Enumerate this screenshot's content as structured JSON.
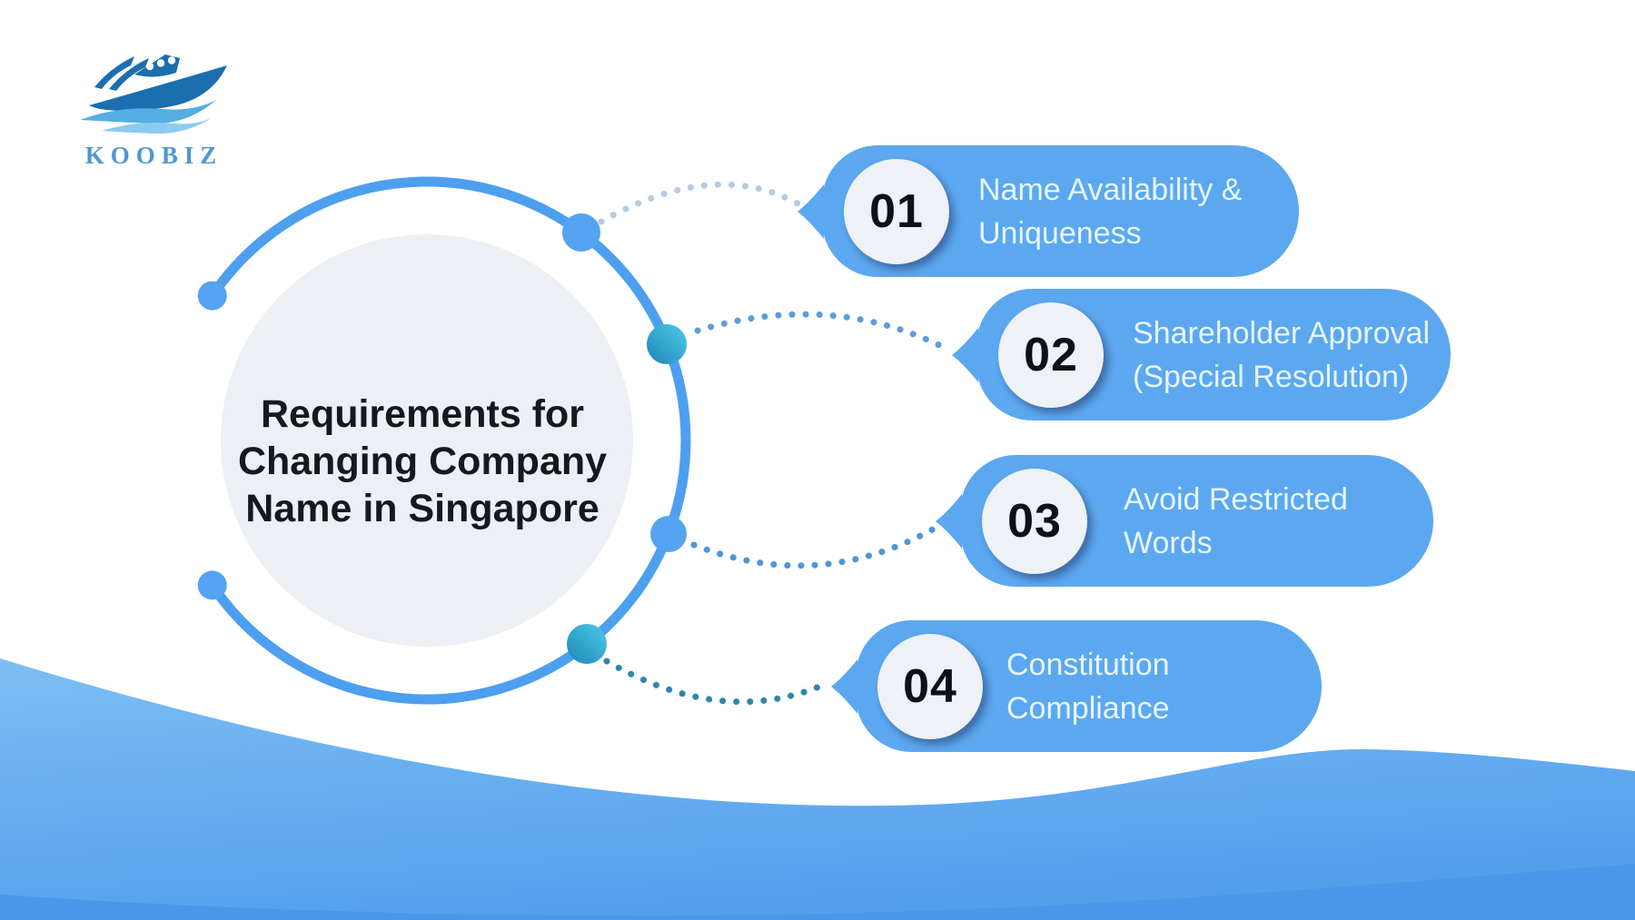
{
  "logo": {
    "brand": "KOOBIZ"
  },
  "title": "Requirements for\nChanging Company\nName in Singapore",
  "pills": [
    {
      "number": "01",
      "label": "Name Availability &\nUniqueness"
    },
    {
      "number": "02",
      "label": "Shareholder Approval\n(Special Resolution)"
    },
    {
      "number": "03",
      "label": "Avoid Restricted\nWords"
    },
    {
      "number": "04",
      "label": "Constitution\nCompliance"
    }
  ],
  "colors": {
    "pill_blue": "#5CA8F0",
    "pill_text": "#E6F6FD",
    "badge_bg": "#EEF1F6",
    "badge_text": "#0D1117",
    "ring_blue": "#4D9FF0",
    "node_blue": "#55A3F1",
    "node_teal_dark": "#1E86B8",
    "node_teal_light": "#4ECBE8",
    "connector_light": "#B5CBE0",
    "connector_blue": "#5B9DDB",
    "connector_teal": "#2F86AC",
    "center_circle": "#ECEFF3",
    "title_text": "#16181D",
    "wave_light_top": "#7CBEF5",
    "wave_light_bottom": "#539FEC",
    "wave_dark": "#4A96E9",
    "logo_dark_blue": "#1B6FAE",
    "logo_light_blue": "#54AEE4",
    "brand_text": "#4E97D4"
  }
}
